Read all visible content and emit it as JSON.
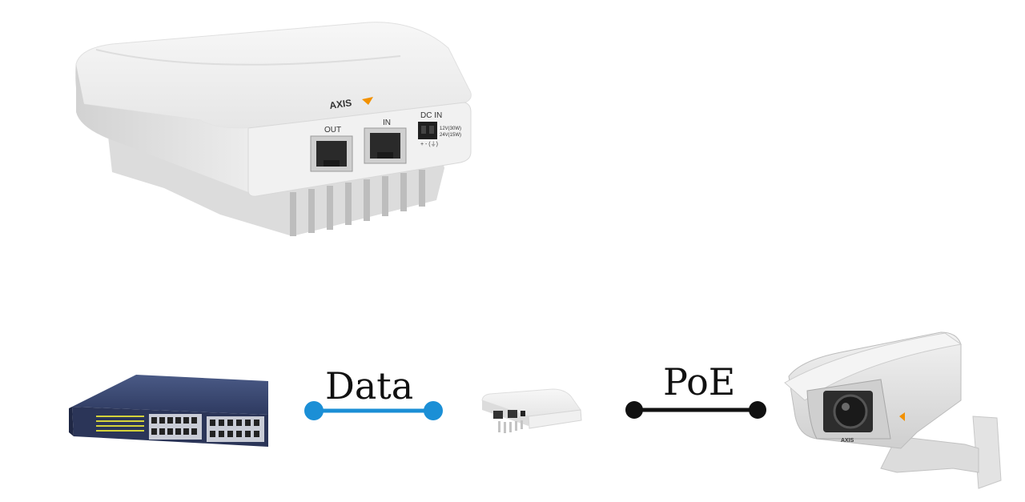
{
  "device": {
    "brand": "AXIS",
    "port_out": "OUT",
    "port_in": "IN",
    "dc_in": "DC IN",
    "rating_1": "12V(30W)",
    "rating_2": "24V(15W)",
    "polarity": "+  - (⏚)"
  },
  "diagram": {
    "link1_label": "Data",
    "link2_label": "PoE",
    "link1_color": "#1b8fd6",
    "link2_color": "#111111"
  }
}
